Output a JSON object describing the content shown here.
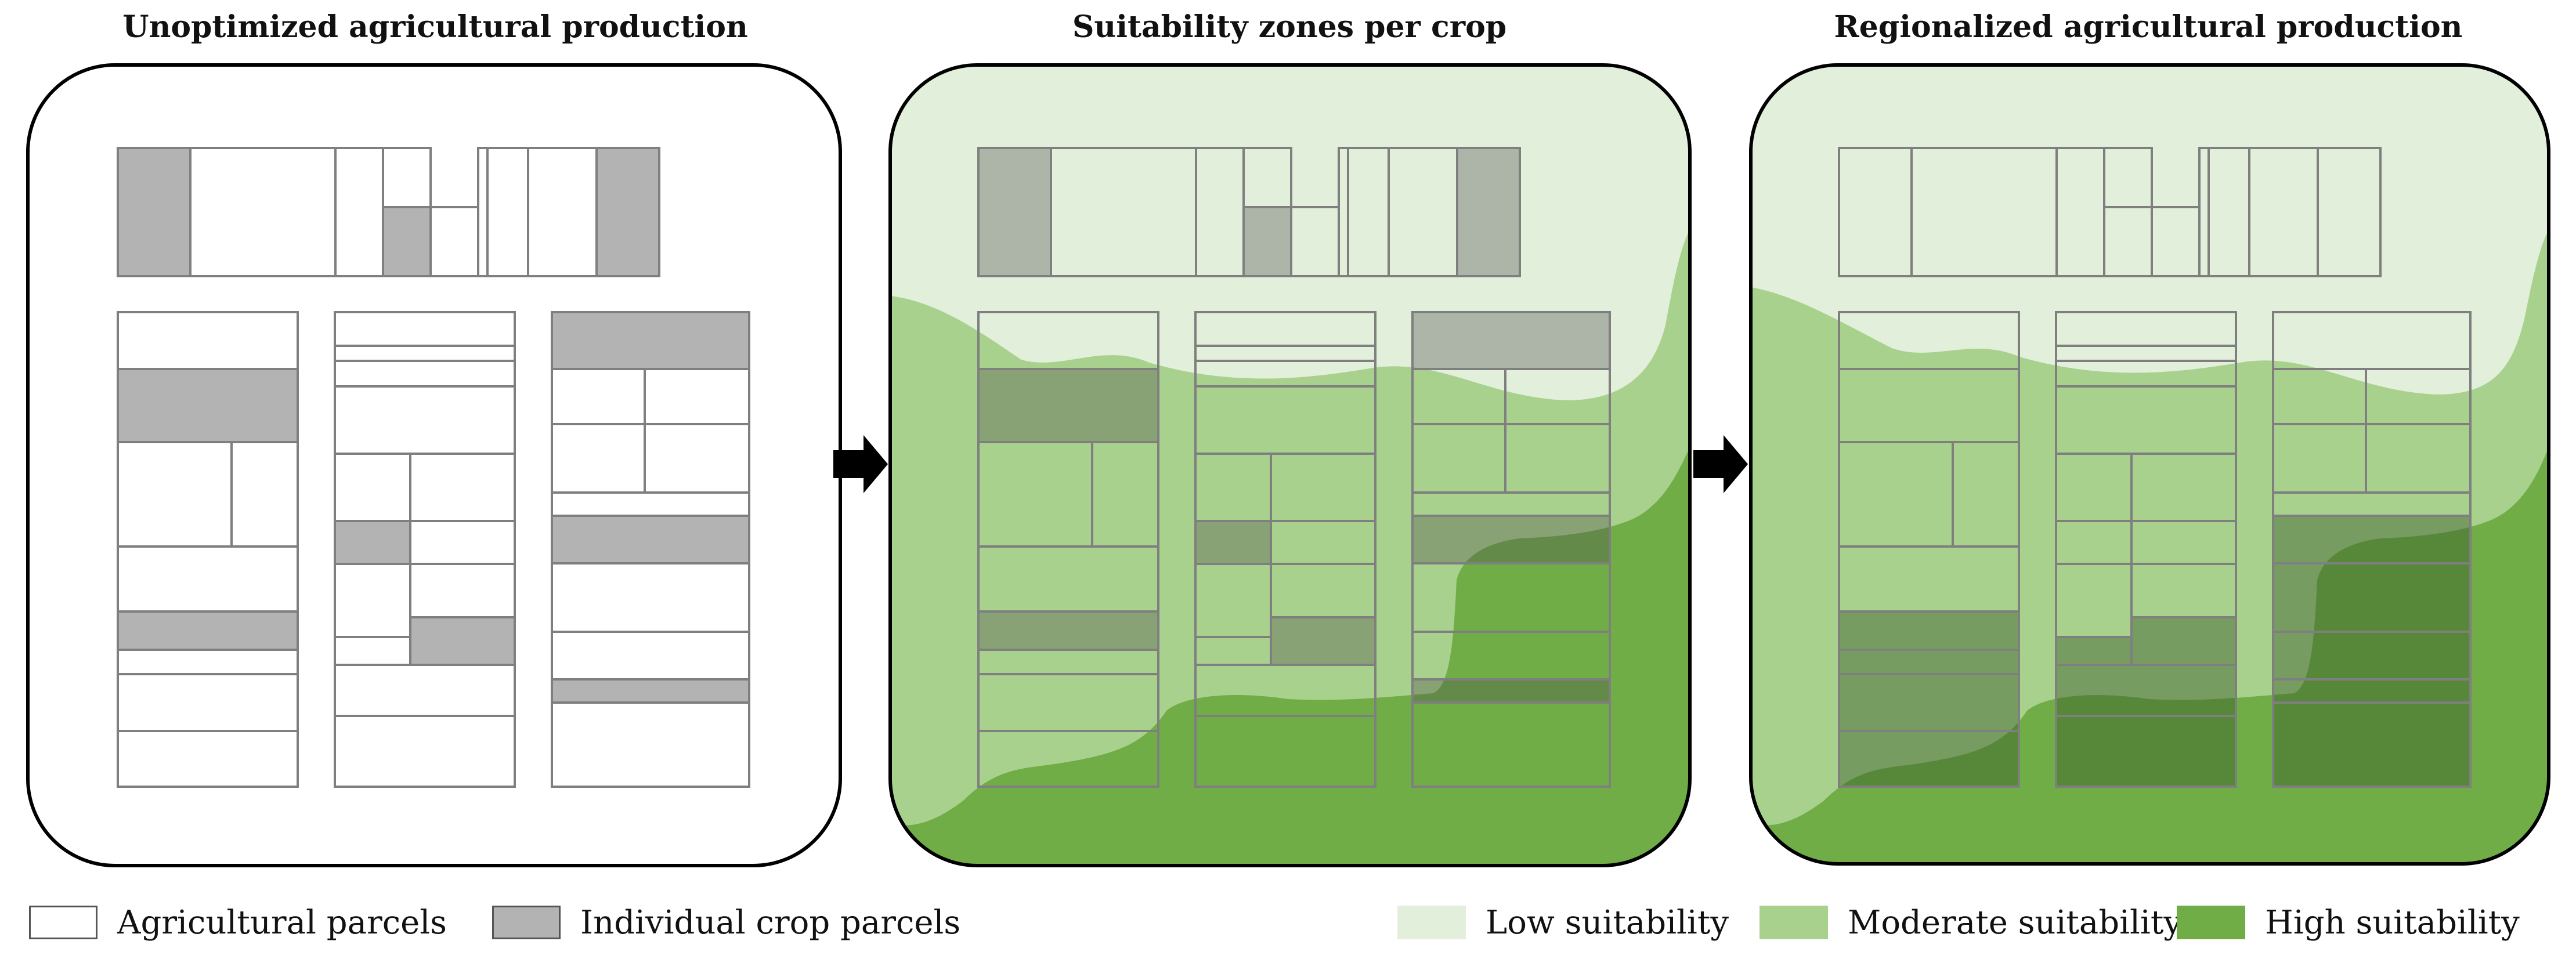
{
  "panels": [
    {
      "title": "Unoptimized agricultural production"
    },
    {
      "title": "Suitability zones per crop"
    },
    {
      "title": "Regionalized agricultural production"
    }
  ],
  "legend": {
    "agricultural_parcels": "Agricultural parcels",
    "individual_crop_parcels": "Individual crop parcels",
    "low_suitability": "Low suitability",
    "moderate_suitability": "Moderate suitability",
    "high_suitability": "High suitability"
  },
  "colors": {
    "agricultural_parcel_fill": "#ffffff",
    "crop_parcel_fill": "#b3b3b3",
    "low_suitability": "#e2efda",
    "moderate_suitability": "#a9d18e",
    "high_suitability": "#70ad47",
    "parcel_outline": "#7f7f7f",
    "frame_outline": "#000000",
    "arrow": "#000000"
  }
}
